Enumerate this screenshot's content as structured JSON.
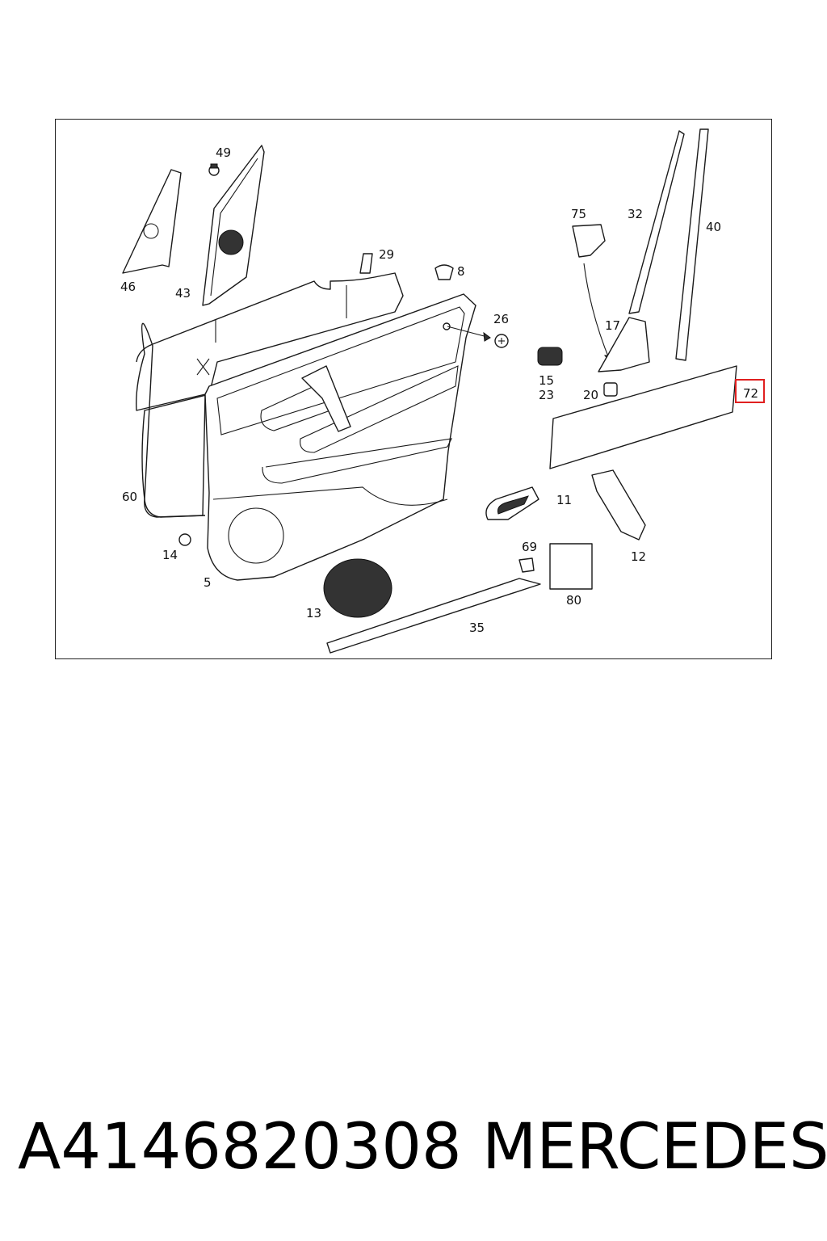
{
  "diagram": {
    "labels": {
      "l49": "49",
      "l46": "46",
      "l43": "43",
      "l29": "29",
      "l8": "8",
      "l26": "26",
      "l75": "75",
      "l32": "32",
      "l40": "40",
      "l17": "17",
      "l15": "15",
      "l23": "23",
      "l20": "20",
      "l72": "72",
      "l60": "60",
      "l11": "11",
      "l69": "69",
      "l12": "12",
      "l14": "14",
      "l5": "5",
      "l80": "80",
      "l13": "13",
      "l35": "35"
    },
    "highlight": {
      "part": "72",
      "color": "#e02020"
    }
  },
  "footer": {
    "part_number": "A4146820308",
    "brand": "MERCEDES"
  }
}
